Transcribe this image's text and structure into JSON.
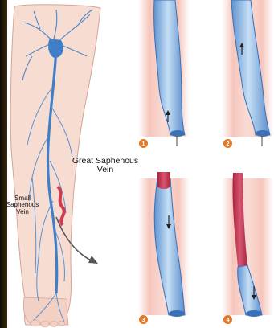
{
  "labels": {
    "great_saphenous": "Great Saphenous\nVein",
    "small_saphenous": "Small\nSaphenous\nVein"
  },
  "steps": [
    "1",
    "2",
    "3",
    "4"
  ],
  "colors": {
    "skin": "#f6d7cc",
    "skin_edge": "#d9a999",
    "vein": "#3f7fc7",
    "vein_fill": "#9cc4ea",
    "tissue": "#f2b3a8",
    "blood": "#c8324f",
    "step_badge": "#e07a2a"
  },
  "icons": [
    "leg-illustration",
    "catheter-icon",
    "flow-arrow-icon",
    "blood-clot-icon"
  ]
}
